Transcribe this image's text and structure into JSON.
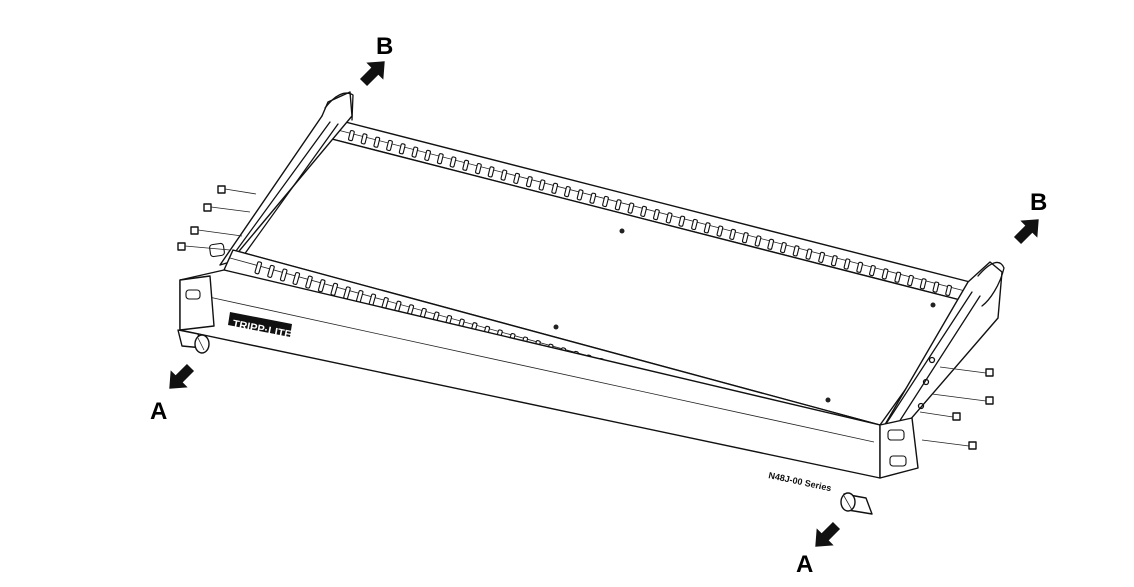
{
  "callouts": {
    "front_left": "A",
    "front_right": "A",
    "rear_left": "B",
    "rear_right": "B"
  },
  "front_panel": {
    "brand_logo": "TRIPP·LITE",
    "series_label": "N48J-00 Series"
  },
  "colors": {
    "line": "#111111",
    "background": "#ffffff"
  }
}
